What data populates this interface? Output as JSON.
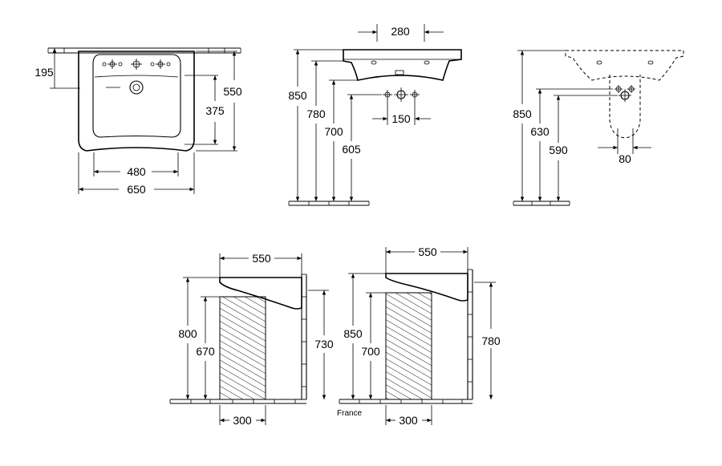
{
  "views": {
    "top": {
      "dims": {
        "w650": "650",
        "w480": "480",
        "h195": "195",
        "h550": "550",
        "h375": "375"
      }
    },
    "front": {
      "dims": {
        "w280": "280",
        "h850": "850",
        "h780": "780",
        "h700": "700",
        "h605": "605",
        "w150": "150"
      }
    },
    "pedestal": {
      "dims": {
        "h850": "850",
        "h630": "630",
        "h590": "590",
        "w80": "80"
      }
    },
    "side1": {
      "dims": {
        "w550": "550",
        "h800": "800",
        "h670": "670",
        "h730": "730",
        "w300": "300"
      }
    },
    "side2": {
      "dims": {
        "w550": "550",
        "h850": "850",
        "h700": "700",
        "h780": "780",
        "w300": "300"
      },
      "label": "France"
    }
  },
  "colors": {
    "line": "#000000",
    "background": "#ffffff"
  }
}
